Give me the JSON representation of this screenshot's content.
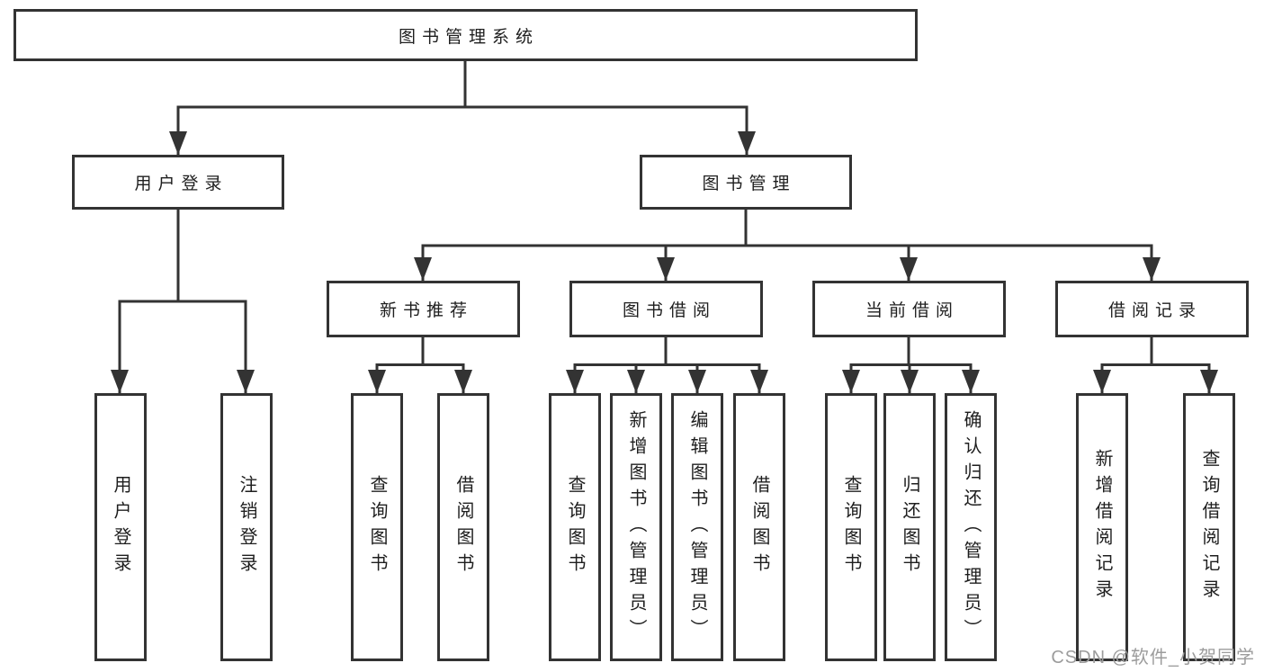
{
  "diagram": {
    "background": "#ffffff",
    "line_color": "#333333",
    "text_color": "#1e1e1e",
    "watermark_color": "#9c9c9c",
    "root": {
      "label": "图书管理系统"
    },
    "branches": [
      {
        "label": "用户登录",
        "children": [
          {
            "label": "用户登录"
          },
          {
            "label": "注销登录"
          }
        ]
      },
      {
        "label": "图书管理",
        "groups": [
          {
            "label": "新书推荐",
            "children": [
              {
                "label": "查询图书"
              },
              {
                "label": "借阅图书"
              }
            ]
          },
          {
            "label": "图书借阅",
            "children": [
              {
                "label": "查询图书"
              },
              {
                "label": "新增图书（管理员）"
              },
              {
                "label": "编辑图书（管理员）"
              },
              {
                "label": "借阅图书"
              }
            ]
          },
          {
            "label": "当前借阅",
            "children": [
              {
                "label": "查询图书"
              },
              {
                "label": "归还图书"
              },
              {
                "label": "确认归还（管理员）"
              }
            ]
          },
          {
            "label": "借阅记录",
            "children": [
              {
                "label": "新增借阅记录"
              },
              {
                "label": "查询借阅记录"
              }
            ]
          }
        ]
      }
    ],
    "watermark": "CSDN @软件_小贺同学"
  }
}
